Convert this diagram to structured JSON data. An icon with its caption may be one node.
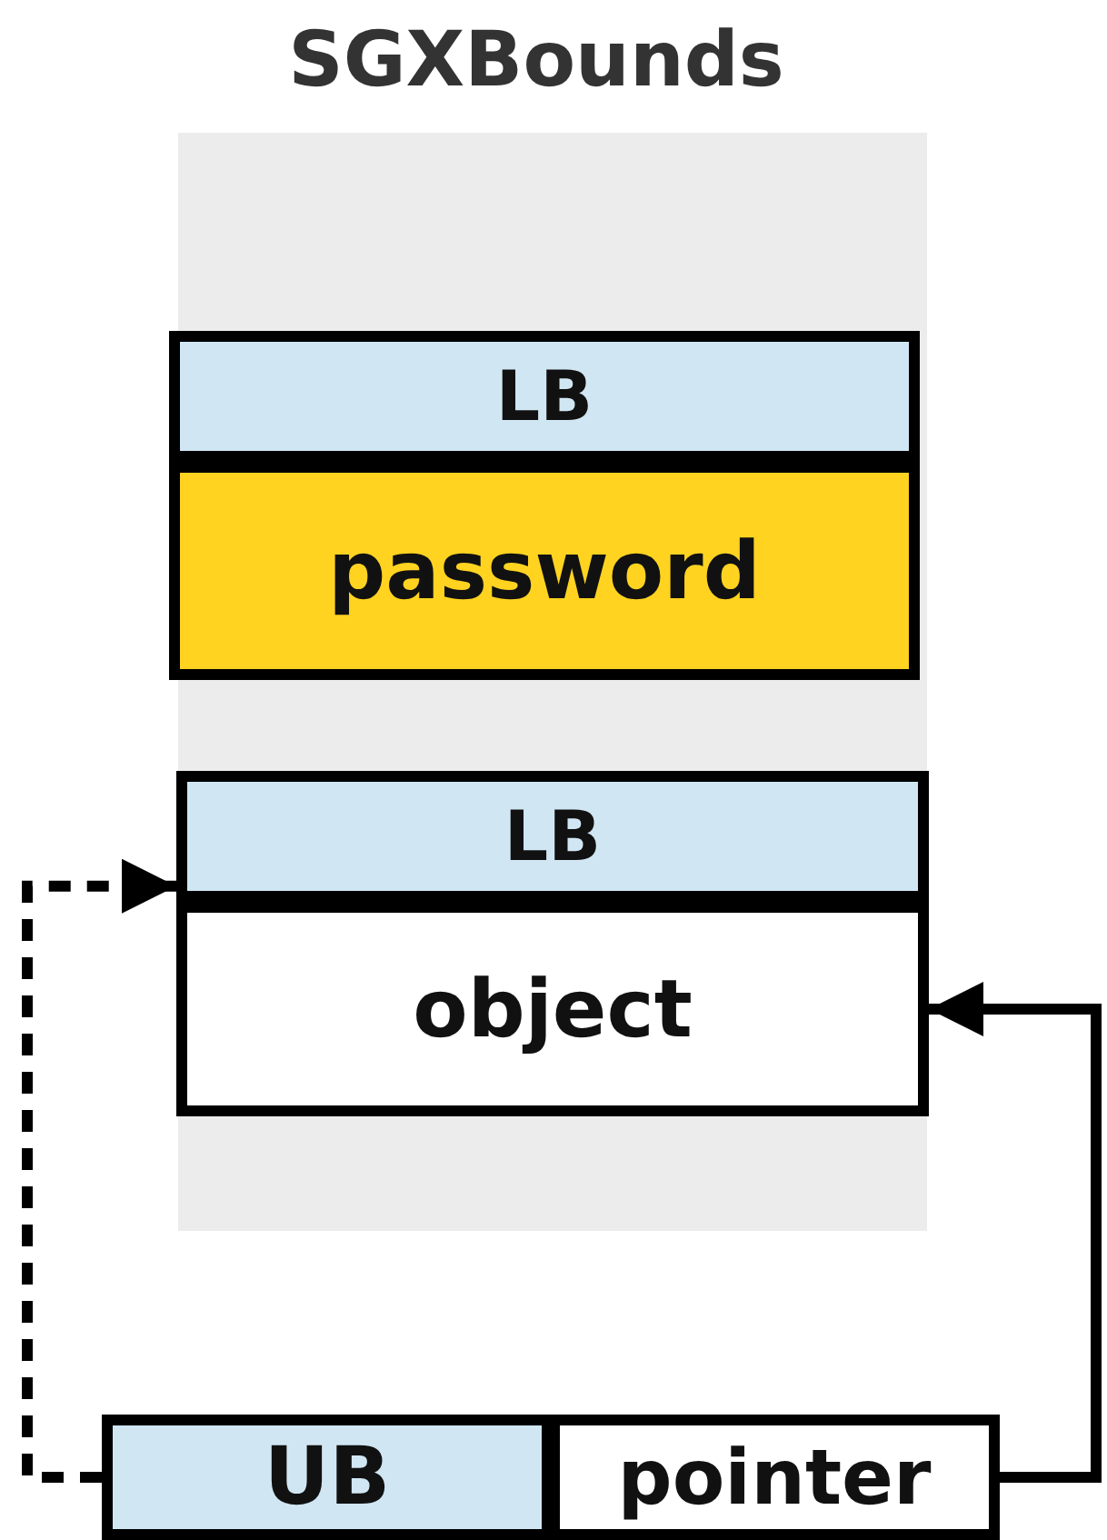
{
  "diagram": {
    "title": "SGXBounds",
    "nodes": [
      {
        "text": [
          "LB"
        ]
      },
      {
        "text": [
          "password"
        ]
      },
      {
        "text": [
          "LB"
        ]
      },
      {
        "text": [
          "object"
        ]
      },
      {
        "text": [
          "UB"
        ]
      },
      {
        "text": [
          "pointer"
        ]
      }
    ],
    "edges": [
      {
        "from": 4,
        "to": 2,
        "arrow": "to",
        "style": "dashed"
      },
      {
        "from": 5,
        "to": 3,
        "arrow": "to"
      }
    ]
  }
}
